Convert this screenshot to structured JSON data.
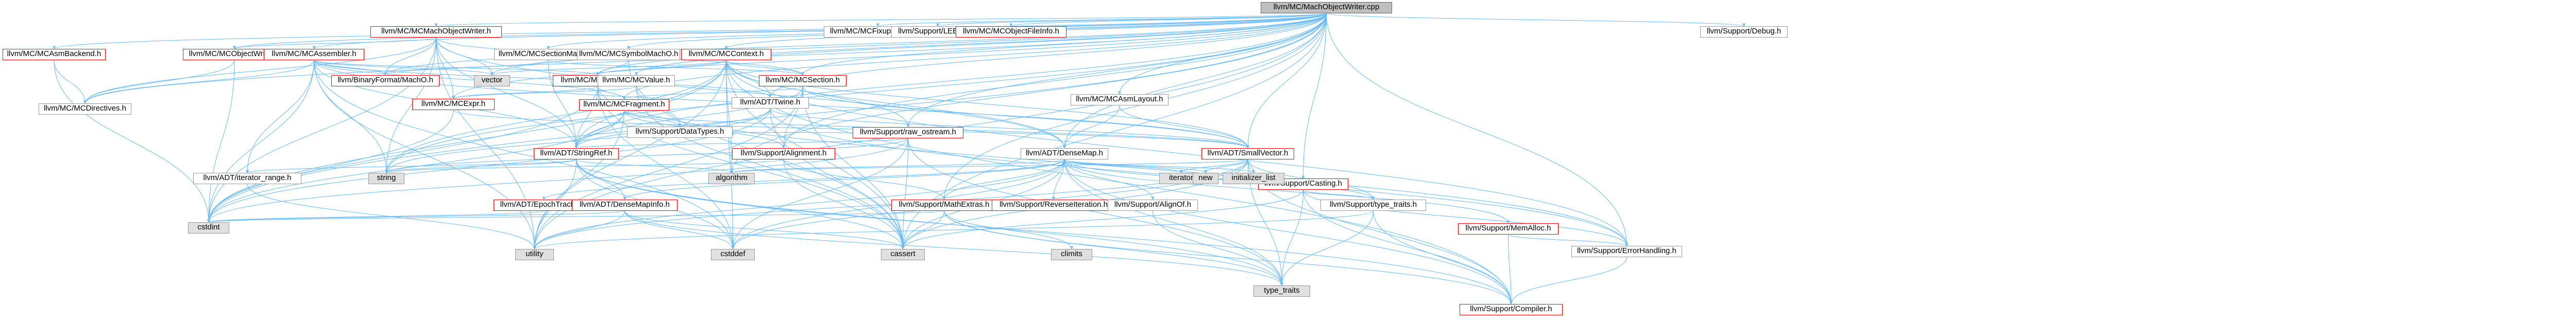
{
  "diagram": {
    "nodes": [
      {
        "id": "root",
        "label": "llvm/MC/MachObjectWriter.cpp",
        "kind": "root"
      },
      {
        "id": "asmbackend",
        "label": "llvm/MC/MCAsmBackend.h",
        "kind": "red"
      },
      {
        "id": "machobjwriter",
        "label": "llvm/MC/MCMachObjectWriter.h",
        "kind": "red"
      },
      {
        "id": "fixupkindinfo",
        "label": "llvm/MC/MCFixupKindInfo.h",
        "kind": "normal"
      },
      {
        "id": "leb128",
        "label": "llvm/Support/LEB128.h",
        "kind": "normal"
      },
      {
        "id": "objfileinfo",
        "label": "llvm/MC/MCObjectFileInfo.h",
        "kind": "red"
      },
      {
        "id": "debug",
        "label": "llvm/Support/Debug.h",
        "kind": "normal"
      },
      {
        "id": "objwriter",
        "label": "llvm/MC/MCObjectWriter.h",
        "kind": "red"
      },
      {
        "id": "assembler",
        "label": "llvm/MC/MCAssembler.h",
        "kind": "red"
      },
      {
        "id": "sectionmacho",
        "label": "llvm/MC/MCSectionMachO.h",
        "kind": "normal"
      },
      {
        "id": "symbolmacho",
        "label": "llvm/MC/MCSymbolMachO.h",
        "kind": "normal"
      },
      {
        "id": "context",
        "label": "llvm/MC/MCContext.h",
        "kind": "red"
      },
      {
        "id": "directives",
        "label": "llvm/MC/MCDirectives.h",
        "kind": "normal"
      },
      {
        "id": "binaryformat",
        "label": "llvm/BinaryFormat/MachO.h",
        "kind": "red"
      },
      {
        "id": "vector",
        "label": "vector",
        "kind": "grey"
      },
      {
        "id": "symbol",
        "label": "llvm/MC/MCSymbol.h",
        "kind": "red"
      },
      {
        "id": "value",
        "label": "llvm/MC/MCValue.h",
        "kind": "normal"
      },
      {
        "id": "section",
        "label": "llvm/MC/MCSection.h",
        "kind": "red"
      },
      {
        "id": "asmlayout",
        "label": "llvm/MC/MCAsmLayout.h",
        "kind": "normal"
      },
      {
        "id": "expr",
        "label": "llvm/MC/MCExpr.h",
        "kind": "red"
      },
      {
        "id": "fragment",
        "label": "llvm/MC/MCFragment.h",
        "kind": "red"
      },
      {
        "id": "twine",
        "label": "llvm/ADT/Twine.h",
        "kind": "normal"
      },
      {
        "id": "rawostream",
        "label": "llvm/Support/raw_ostream.h",
        "kind": "red"
      },
      {
        "id": "stringref",
        "label": "llvm/ADT/StringRef.h",
        "kind": "red"
      },
      {
        "id": "datatypes",
        "label": "llvm/Support/DataTypes.h",
        "kind": "normal"
      },
      {
        "id": "alignment",
        "label": "llvm/Support/Alignment.h",
        "kind": "red"
      },
      {
        "id": "densemap",
        "label": "llvm/ADT/DenseMap.h",
        "kind": "normal"
      },
      {
        "id": "smallvector",
        "label": "llvm/ADT/SmallVector.h",
        "kind": "red"
      },
      {
        "id": "casting",
        "label": "llvm/Support/Casting.h",
        "kind": "red"
      },
      {
        "id": "iteratorrange",
        "label": "llvm/ADT/iterator_range.h",
        "kind": "normal"
      },
      {
        "id": "string",
        "label": "string",
        "kind": "grey"
      },
      {
        "id": "epochtracker",
        "label": "llvm/ADT/EpochTracker.h",
        "kind": "red"
      },
      {
        "id": "densemapinfo",
        "label": "llvm/ADT/DenseMapInfo.h",
        "kind": "red"
      },
      {
        "id": "algorithm",
        "label": "algorithm",
        "kind": "grey"
      },
      {
        "id": "mathextras",
        "label": "llvm/Support/MathExtras.h",
        "kind": "red"
      },
      {
        "id": "reverseiteration",
        "label": "llvm/Support/ReverseIteration.h",
        "kind": "red"
      },
      {
        "id": "alignof",
        "label": "llvm/Support/AlignOf.h",
        "kind": "normal"
      },
      {
        "id": "iterator",
        "label": "iterator",
        "kind": "grey"
      },
      {
        "id": "new",
        "label": "new",
        "kind": "grey"
      },
      {
        "id": "initlist",
        "label": "initializer_list",
        "kind": "grey"
      },
      {
        "id": "typetraitsh",
        "label": "llvm/Support/type_traits.h",
        "kind": "normal"
      },
      {
        "id": "memalloc",
        "label": "llvm/Support/MemAlloc.h",
        "kind": "red"
      },
      {
        "id": "errorhandling",
        "label": "llvm/Support/ErrorHandling.h",
        "kind": "normal"
      },
      {
        "id": "cstdint",
        "label": "cstdint",
        "kind": "grey"
      },
      {
        "id": "utility",
        "label": "utility",
        "kind": "grey"
      },
      {
        "id": "cstddef",
        "label": "cstddef",
        "kind": "grey"
      },
      {
        "id": "cassert",
        "label": "cassert",
        "kind": "grey"
      },
      {
        "id": "climits",
        "label": "climits",
        "kind": "grey"
      },
      {
        "id": "typetraits",
        "label": "type_traits",
        "kind": "grey"
      },
      {
        "id": "compiler",
        "label": "llvm/Support/Compiler.h",
        "kind": "red"
      }
    ],
    "edges": [
      [
        "root",
        "asmbackend"
      ],
      [
        "root",
        "machobjwriter"
      ],
      [
        "root",
        "fixupkindinfo"
      ],
      [
        "root",
        "leb128"
      ],
      [
        "root",
        "objfileinfo"
      ],
      [
        "root",
        "debug"
      ],
      [
        "root",
        "objwriter"
      ],
      [
        "root",
        "assembler"
      ],
      [
        "root",
        "sectionmacho"
      ],
      [
        "root",
        "symbolmacho"
      ],
      [
        "root",
        "context"
      ],
      [
        "root",
        "directives"
      ],
      [
        "root",
        "binaryformat"
      ],
      [
        "root",
        "symbol"
      ],
      [
        "root",
        "value"
      ],
      [
        "root",
        "section"
      ],
      [
        "root",
        "asmlayout"
      ],
      [
        "root",
        "expr"
      ],
      [
        "root",
        "fragment"
      ],
      [
        "root",
        "twine"
      ],
      [
        "root",
        "rawostream"
      ],
      [
        "root",
        "stringref"
      ],
      [
        "root",
        "densemap"
      ],
      [
        "root",
        "smallvector"
      ],
      [
        "root",
        "casting"
      ],
      [
        "root",
        "alignment"
      ],
      [
        "root",
        "mathextras"
      ],
      [
        "root",
        "errorhandling"
      ],
      [
        "root",
        "cstdint"
      ],
      [
        "root",
        "string"
      ],
      [
        "root",
        "utility"
      ],
      [
        "root",
        "vector"
      ],
      [
        "root",
        "algorithm"
      ],
      [
        "root",
        "cassert"
      ],
      [
        "asmbackend",
        "directives"
      ],
      [
        "asmbackend",
        "cstdint"
      ],
      [
        "machobjwriter",
        "directives"
      ],
      [
        "machobjwriter",
        "objwriter"
      ],
      [
        "machobjwriter",
        "section"
      ],
      [
        "machobjwriter",
        "binaryformat"
      ],
      [
        "machobjwriter",
        "expr"
      ],
      [
        "machobjwriter",
        "vector"
      ],
      [
        "machobjwriter",
        "string"
      ],
      [
        "machobjwriter",
        "stringref"
      ],
      [
        "machobjwriter",
        "densemap"
      ],
      [
        "machobjwriter",
        "cstdint"
      ],
      [
        "machobjwriter",
        "utility"
      ],
      [
        "objwriter",
        "cstdint"
      ],
      [
        "objwriter",
        "directives"
      ],
      [
        "assembler",
        "symbol"
      ],
      [
        "assembler",
        "binaryformat"
      ],
      [
        "assembler",
        "smallvector"
      ],
      [
        "assembler",
        "vector"
      ],
      [
        "assembler",
        "directives"
      ],
      [
        "assembler",
        "fragment"
      ],
      [
        "assembler",
        "iteratorrange"
      ],
      [
        "assembler",
        "stringref"
      ],
      [
        "assembler",
        "twine"
      ],
      [
        "assembler",
        "cstdint"
      ],
      [
        "assembler",
        "string"
      ],
      [
        "assembler",
        "utility"
      ],
      [
        "assembler",
        "cstddef"
      ],
      [
        "sectionmacho",
        "section"
      ],
      [
        "sectionmacho",
        "binaryformat"
      ],
      [
        "sectionmacho",
        "stringref"
      ],
      [
        "symbolmacho",
        "symbol"
      ],
      [
        "symbolmacho",
        "cassert"
      ],
      [
        "context",
        "symbol"
      ],
      [
        "context",
        "section"
      ],
      [
        "context",
        "twine"
      ],
      [
        "context",
        "stringref"
      ],
      [
        "context",
        "densemap"
      ],
      [
        "context",
        "smallvector"
      ],
      [
        "context",
        "rawostream"
      ],
      [
        "context",
        "vector"
      ],
      [
        "context",
        "string"
      ],
      [
        "context",
        "algorithm"
      ],
      [
        "context",
        "cassert"
      ],
      [
        "context",
        "cstddef"
      ],
      [
        "context",
        "cstdint"
      ],
      [
        "context",
        "utility"
      ],
      [
        "context",
        "errorhandling"
      ],
      [
        "context",
        "compiler"
      ],
      [
        "symbol",
        "expr"
      ],
      [
        "symbol",
        "fragment"
      ],
      [
        "symbol",
        "stringref"
      ],
      [
        "symbol",
        "errorhandling"
      ],
      [
        "symbol",
        "cstdint"
      ],
      [
        "symbol",
        "cassert"
      ],
      [
        "symbol",
        "cstddef"
      ],
      [
        "value",
        "expr"
      ],
      [
        "value",
        "datatypes"
      ],
      [
        "value",
        "cassert"
      ],
      [
        "section",
        "fragment"
      ],
      [
        "section",
        "alignment"
      ],
      [
        "section",
        "smallvector"
      ],
      [
        "section",
        "stringref"
      ],
      [
        "section",
        "cassert"
      ],
      [
        "section",
        "utility"
      ],
      [
        "asmlayout",
        "smallvector"
      ],
      [
        "asmlayout",
        "densemap"
      ],
      [
        "expr",
        "smallvector"
      ],
      [
        "expr",
        "cstdint"
      ],
      [
        "fragment",
        "stringref"
      ],
      [
        "fragment",
        "smallvector"
      ],
      [
        "fragment",
        "alignment"
      ],
      [
        "fragment",
        "datatypes"
      ],
      [
        "fragment",
        "cstdint"
      ],
      [
        "fragment",
        "utility"
      ],
      [
        "twine",
        "smallvector"
      ],
      [
        "twine",
        "stringref"
      ],
      [
        "twine",
        "errorhandling"
      ],
      [
        "twine",
        "cassert"
      ],
      [
        "twine",
        "cstdint"
      ],
      [
        "twine",
        "string"
      ],
      [
        "rawostream",
        "stringref"
      ],
      [
        "rawostream",
        "datatypes"
      ],
      [
        "rawostream",
        "cassert"
      ],
      [
        "rawostream",
        "cstddef"
      ],
      [
        "rawostream",
        "cstdint"
      ],
      [
        "rawostream",
        "string"
      ],
      [
        "rawostream",
        "typetraits"
      ],
      [
        "stringref",
        "densemapinfo"
      ],
      [
        "stringref",
        "iteratorrange"
      ],
      [
        "stringref",
        "compiler"
      ],
      [
        "stringref",
        "algorithm"
      ],
      [
        "stringref",
        "cassert"
      ],
      [
        "stringref",
        "cstddef"
      ],
      [
        "stringref",
        "cstring"
      ],
      [
        "stringref",
        "limits"
      ],
      [
        "stringref",
        "string"
      ],
      [
        "stringref",
        "typetraits"
      ],
      [
        "stringref",
        "utility"
      ],
      [
        "alignment",
        "mathextras"
      ],
      [
        "alignment",
        "cassert"
      ],
      [
        "alignment",
        "string"
      ],
      [
        "densemap",
        "densemapinfo"
      ],
      [
        "densemap",
        "epochtracker"
      ],
      [
        "densemap",
        "alignof"
      ],
      [
        "densemap",
        "compiler"
      ],
      [
        "densemap",
        "mathextras"
      ],
      [
        "densemap",
        "memalloc"
      ],
      [
        "densemap",
        "reverseiteration"
      ],
      [
        "densemap",
        "typetraitsh"
      ],
      [
        "densemap",
        "algorithm"
      ],
      [
        "densemap",
        "cassert"
      ],
      [
        "densemap",
        "cstddef"
      ],
      [
        "densemap",
        "initlist"
      ],
      [
        "densemap",
        "iterator"
      ],
      [
        "densemap",
        "new"
      ],
      [
        "densemap",
        "typetraits"
      ],
      [
        "densemap",
        "utility"
      ],
      [
        "smallvector",
        "compiler"
      ],
      [
        "smallvector",
        "typetraitsh"
      ],
      [
        "smallvector",
        "algorithm"
      ],
      [
        "smallvector",
        "cassert"
      ],
      [
        "smallvector",
        "cstddef"
      ],
      [
        "smallvector",
        "cstdlib"
      ],
      [
        "smallvector",
        "cstring"
      ],
      [
        "smallvector",
        "functional"
      ],
      [
        "smallvector",
        "initlist"
      ],
      [
        "smallvector",
        "iterator"
      ],
      [
        "smallvector",
        "limits"
      ],
      [
        "smallvector",
        "memory"
      ],
      [
        "smallvector",
        "new"
      ],
      [
        "smallvector",
        "typetraits"
      ],
      [
        "smallvector",
        "utility"
      ],
      [
        "casting",
        "typetraitsh"
      ],
      [
        "casting",
        "compiler"
      ],
      [
        "casting",
        "errorhandling"
      ],
      [
        "casting",
        "cassert"
      ],
      [
        "casting",
        "memory"
      ],
      [
        "casting",
        "optional"
      ],
      [
        "casting",
        "typetraits"
      ],
      [
        "epochtracker",
        "cstdint"
      ],
      [
        "densemapinfo",
        "cassert"
      ],
      [
        "densemapinfo",
        "cstddef"
      ],
      [
        "densemapinfo",
        "cstdint"
      ],
      [
        "densemapinfo",
        "tuple"
      ],
      [
        "densemapinfo",
        "typetraits"
      ],
      [
        "densemapinfo",
        "utility"
      ],
      [
        "mathextras",
        "compiler"
      ],
      [
        "mathextras",
        "cassert"
      ],
      [
        "mathextras",
        "climits"
      ],
      [
        "mathextras",
        "cstdint"
      ],
      [
        "mathextras",
        "cstring"
      ],
      [
        "mathextras",
        "limits"
      ],
      [
        "mathextras",
        "typetraits"
      ],
      [
        "alignof",
        "typetraits"
      ],
      [
        "typetraitsh",
        "compiler"
      ],
      [
        "typetraitsh",
        "typetraits"
      ],
      [
        "typetraitsh",
        "utility"
      ],
      [
        "memalloc",
        "compiler"
      ],
      [
        "memalloc",
        "errorhandling"
      ],
      [
        "memalloc",
        "cstdlib"
      ],
      [
        "errorhandling",
        "compiler"
      ],
      [
        "iteratorrange",
        "utility"
      ]
    ]
  }
}
